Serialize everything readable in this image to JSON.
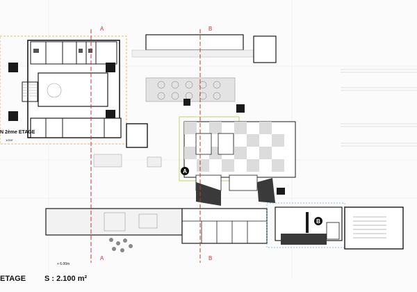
{
  "colors": {
    "wall": "#1a1a1a",
    "section_line": "#d0312d",
    "zone_outline": "#e8a23a",
    "zone_outline_2": "#b7c83a",
    "zone_outline_3": "#4fb3d9",
    "floor_gray": "#d9d9d9",
    "floor_light": "#efefef"
  },
  "sections": {
    "a_top": "A",
    "b_top": "B",
    "a_bottom": "A",
    "b_bottom": "B"
  },
  "markers": {
    "a": "A",
    "b": "B"
  },
  "labels": {
    "plan_title": "N 2ème ETAGE",
    "scale": "1/200'",
    "level": "+ 6.00m",
    "floor_name": "ETAGE",
    "surface": "S : 2.100 m²"
  },
  "icons": {
    "section_cut": "triangle-cut-icon",
    "accessibility": "wheelchair-icon"
  }
}
